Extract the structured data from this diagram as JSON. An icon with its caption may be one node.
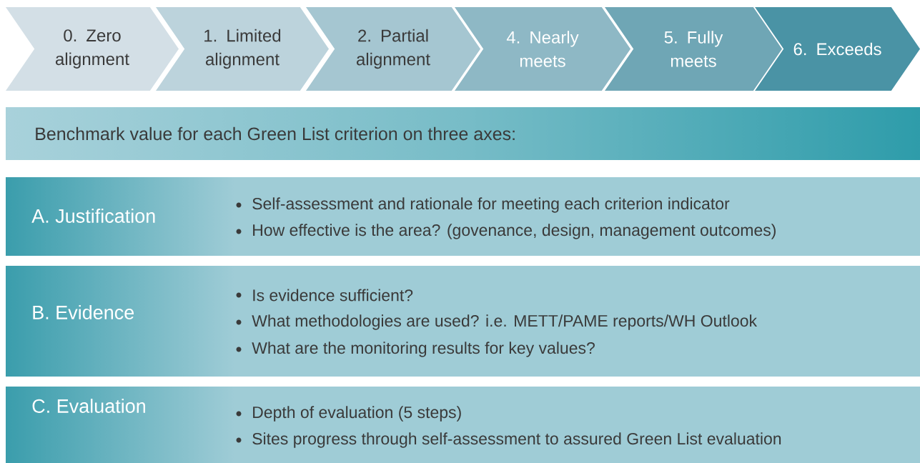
{
  "diagram": {
    "nodes": [
      {
        "text": [
          "0. Zero alignment"
        ]
      },
      {
        "text": [
          "1. Limited alignment"
        ]
      },
      {
        "text": [
          "2. Partial alignment"
        ]
      },
      {
        "text": [
          "4. Nearly meets"
        ]
      },
      {
        "text": [
          "5. Fully meets"
        ]
      },
      {
        "text": [
          "6. Exceeds"
        ]
      },
      {
        "text": [
          "Benchmark value for each Green List criterion on three axes:"
        ]
      },
      {
        "text": [
          "A. Justification",
          "Self-assessment and rationale for meeting each criterion indicator",
          "How effective is the area? (govenance, design, management outcomes)"
        ]
      },
      {
        "text": [
          "B. Evidence",
          "Is evidence sufficient?",
          "What methodologies are used? i.e. METT/PAME reports/WH Outlook",
          "What are the monitoring results for key values?"
        ]
      },
      {
        "text": [
          "C. Evaluation",
          "Depth of evaluation (5 steps)",
          "Sites progress through self-assessment to assured Green List evaluation"
        ]
      }
    ]
  }
}
